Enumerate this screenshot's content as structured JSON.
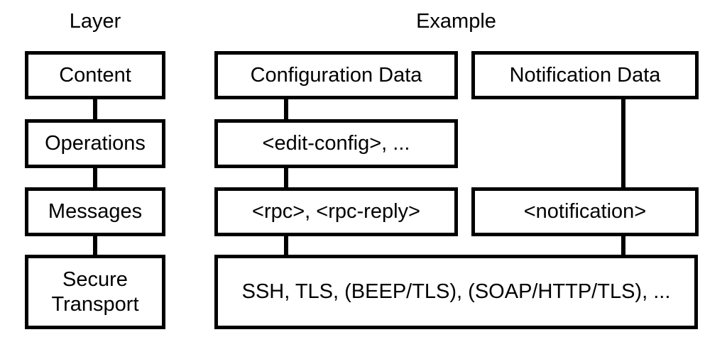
{
  "diagram": {
    "headers": {
      "layer": "Layer",
      "example": "Example"
    },
    "layers": [
      {
        "label": "Content"
      },
      {
        "label": "Operations"
      },
      {
        "label": "Messages"
      },
      {
        "label": "Secure Transport"
      }
    ],
    "examples": {
      "configuration_data": "Configuration Data",
      "operations": "<edit-config>, ...",
      "messages": "<rpc>, <rpc-reply>",
      "notification_data": "Notification Data",
      "notification": "<notification>",
      "transports": "SSH, TLS, (BEEP/TLS), (SOAP/HTTP/TLS), ..."
    },
    "colors": {
      "background": "#ffffff",
      "line": "#000000",
      "box_fill": "#ffffff",
      "text": "#000000"
    }
  }
}
